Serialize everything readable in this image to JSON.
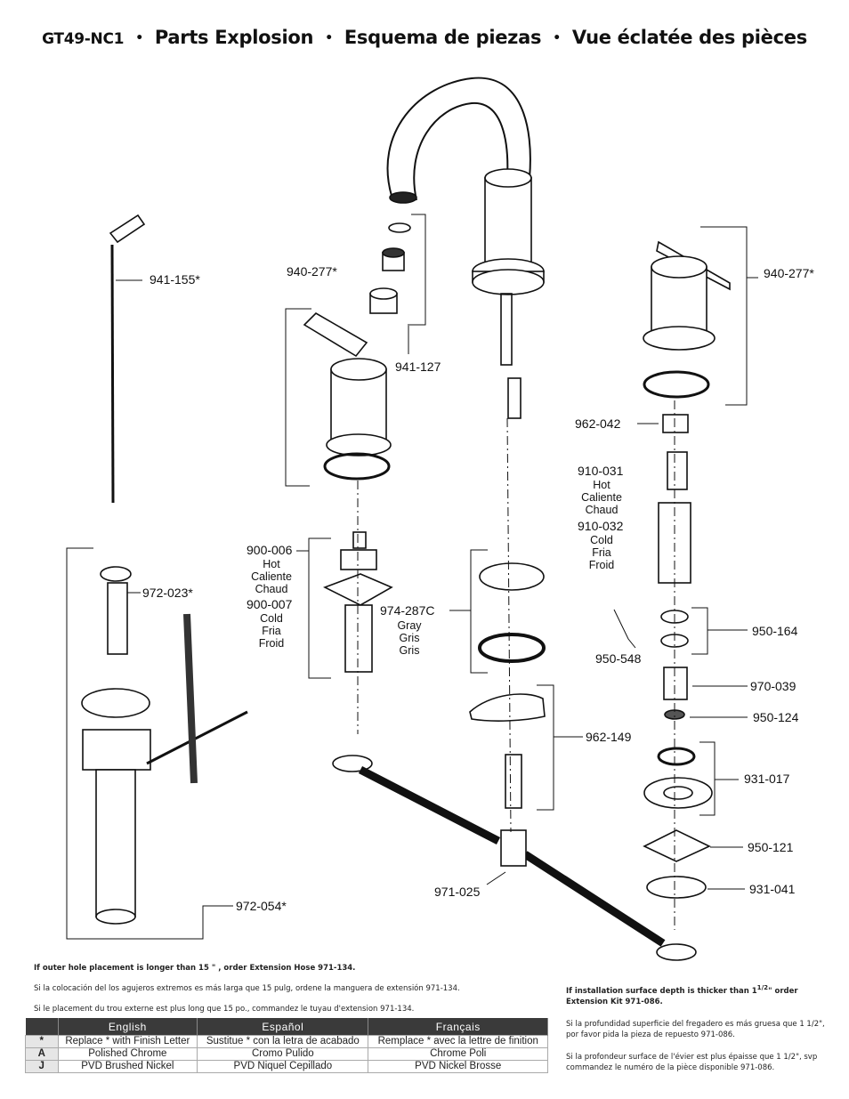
{
  "title": {
    "model": "GT49-NC1",
    "bullet": "•",
    "en": "Parts Explosion",
    "es": "Esquema de piezas",
    "fr": "Vue éclatée des pièces"
  },
  "parts": {
    "p941_155": "941-155*",
    "p940_277_left": "940-277*",
    "p941_127": "941-127",
    "p940_277_right": "940-277*",
    "p962_042": "962-042",
    "p910_031": "910-031",
    "p910_031_sub": [
      "Hot",
      "Caliente",
      "Chaud"
    ],
    "p910_032": "910-032",
    "p910_032_sub": [
      "Cold",
      "Fria",
      "Froid"
    ],
    "p900_006": "900-006",
    "p900_006_sub": [
      "Hot",
      "Caliente",
      "Chaud"
    ],
    "p900_007": "900-007",
    "p900_007_sub": [
      "Cold",
      "Fria",
      "Froid"
    ],
    "p974_287C": "974-287C",
    "p974_287C_sub": [
      "Gray",
      "Gris",
      "Gris"
    ],
    "p972_023": "972-023*",
    "p950_548": "950-548",
    "p950_164": "950-164",
    "p970_039": "970-039",
    "p950_124": "950-124",
    "p962_149": "962-149",
    "p931_017": "931-017",
    "p950_121": "950-121",
    "p971_025": "971-025",
    "p931_041": "931-041",
    "p972_054": "972-054*"
  },
  "notes": {
    "hose_en": "If outer hole placement is longer than 15 \" , order Extension Hose  971-134.",
    "hose_es": "Si la colocación del los agujeros extremos es más larga que 15 pulg, ordene la manguera de extensión 971-134.",
    "hose_fr": "Si le placement du trou externe est plus long que 15 po., commandez le tuyau d'extension 971-134.",
    "depth_en_a": "If installation surface depth is thicker than 1",
    "depth_en_frac": "1/2",
    "depth_en_b": "\" order",
    "depth_en_c": "Extension Kit 971-086.",
    "depth_es": "Si la profundidad superficie del fregadero es más gruesa que 1 1/2\", por favor pida la pieza de repuesto 971-086.",
    "depth_fr": "Si la profondeur surface de l'évier est plus épaisse que 1 1/2\", svp commandez le numéro de la pièce disponible 971-086."
  },
  "finish_table": {
    "headers": [
      "English",
      "Español",
      "Français"
    ],
    "rows": [
      {
        "code": "*",
        "en": "Replace * with Finish Letter",
        "es": "Sustitue * con la letra de acabado",
        "fr": "Remplace * avec la lettre de finition"
      },
      {
        "code": "A",
        "en": "Polished Chrome",
        "es": "Cromo Pulido",
        "fr": "Chrome Poli"
      },
      {
        "code": "J",
        "en": "PVD Brushed Nickel",
        "es": "PVD Niquel Cepillado",
        "fr": "PVD Nickel Brosse"
      }
    ]
  }
}
